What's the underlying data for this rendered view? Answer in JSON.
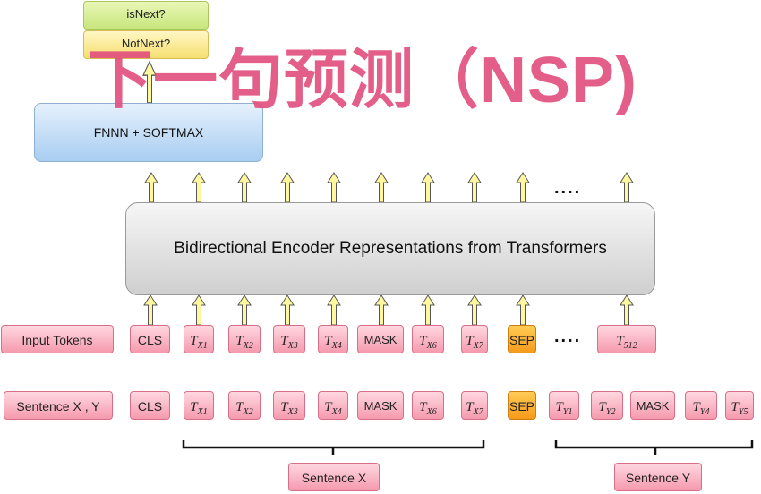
{
  "outputs": {
    "is_next": "isNext?",
    "not_next": "NotNext?"
  },
  "title": "下一句预测（NSP)",
  "classifier": "FNNN + SOFTMAX",
  "encoder": "Bidirectional Encoder Representations from Transformers",
  "ellipsis": "....",
  "input_tokens": {
    "label": "Input Tokens",
    "tokens": [
      {
        "base": "CLS",
        "sub": ""
      },
      {
        "base": "T",
        "sub": "X1"
      },
      {
        "base": "T",
        "sub": "X2"
      },
      {
        "base": "T",
        "sub": "X3"
      },
      {
        "base": "T",
        "sub": "X4"
      },
      {
        "base": "MASK",
        "sub": ""
      },
      {
        "base": "T",
        "sub": "X6"
      },
      {
        "base": "T",
        "sub": "X7"
      },
      {
        "base": "SEP",
        "sub": ""
      },
      {
        "base": "T",
        "sub": "512"
      }
    ]
  },
  "sentence_tokens": {
    "label": "Sentence X , Y",
    "tokens": [
      {
        "base": "CLS",
        "sub": ""
      },
      {
        "base": "T",
        "sub": "X1"
      },
      {
        "base": "T",
        "sub": "X2"
      },
      {
        "base": "T",
        "sub": "X3"
      },
      {
        "base": "T",
        "sub": "X4"
      },
      {
        "base": "MASK",
        "sub": ""
      },
      {
        "base": "T",
        "sub": "X6"
      },
      {
        "base": "T",
        "sub": "X7"
      },
      {
        "base": "SEP",
        "sub": ""
      },
      {
        "base": "T",
        "sub": "Y1"
      },
      {
        "base": "T",
        "sub": "Y2"
      },
      {
        "base": "MASK",
        "sub": ""
      },
      {
        "base": "T",
        "sub": "Y4"
      },
      {
        "base": "T",
        "sub": "Y5"
      }
    ]
  },
  "groups": {
    "sentence_x": "Sentence X",
    "sentence_y": "Sentence Y"
  },
  "colors": {
    "token_pink": "#f59aae",
    "sep_orange": "#f59a1b",
    "arrow_yellow": "#fff7a0",
    "title_pink": "#e24d7e"
  }
}
